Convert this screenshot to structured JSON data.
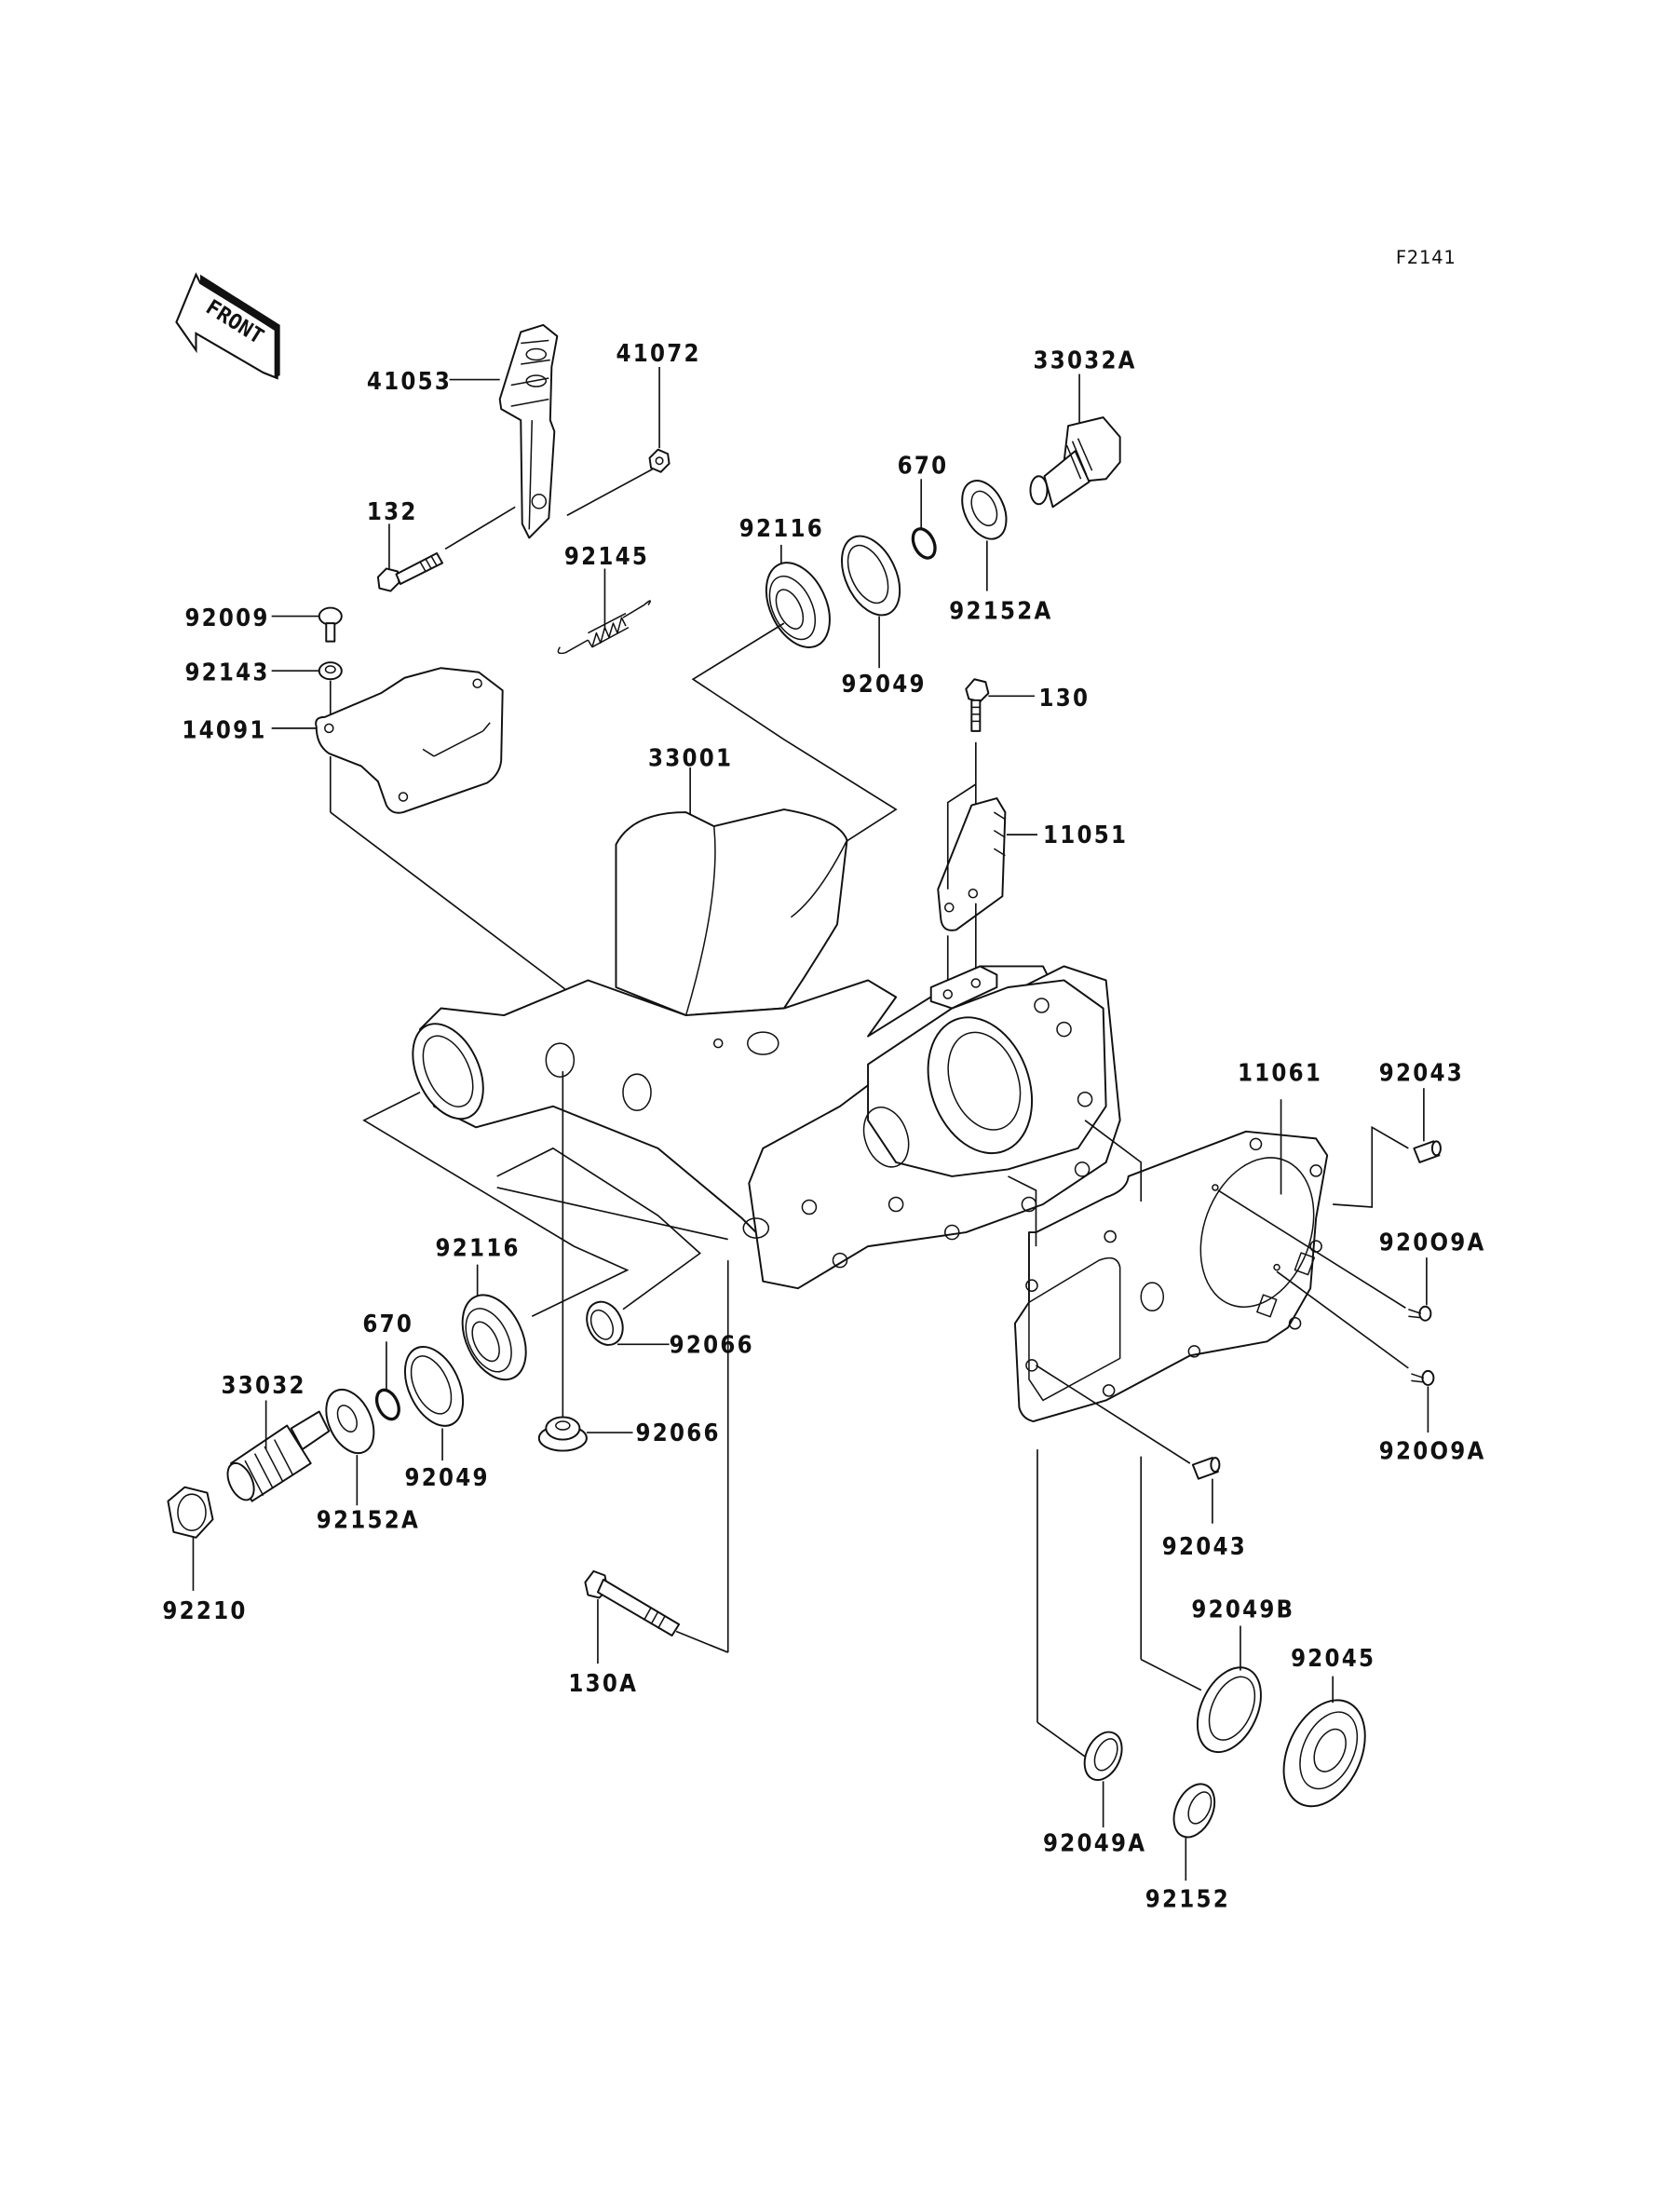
{
  "figure_id": "F2141",
  "direction_indicator": {
    "text": "FRONT",
    "icon": "front-arrow-icon"
  },
  "callouts": [
    {
      "id": "41053",
      "label": "41053",
      "part": "brake-arm-bracket"
    },
    {
      "id": "41072",
      "label": "41072",
      "part": "nut"
    },
    {
      "id": "132",
      "label": "132",
      "part": "bolt"
    },
    {
      "id": "92145",
      "label": "92145",
      "part": "spring"
    },
    {
      "id": "92009",
      "label": "92009",
      "part": "screw"
    },
    {
      "id": "92143",
      "label": "92143",
      "part": "collar"
    },
    {
      "id": "14091",
      "label": "14091",
      "part": "cover"
    },
    {
      "id": "33032A",
      "label": "33032A",
      "part": "pivot-shaft"
    },
    {
      "id": "670_top",
      "label": "670",
      "part": "o-ring"
    },
    {
      "id": "92152A_top",
      "label": "92152A",
      "part": "collar"
    },
    {
      "id": "92116_top",
      "label": "92116",
      "part": "bearing"
    },
    {
      "id": "92049_top",
      "label": "92049",
      "part": "oil-seal"
    },
    {
      "id": "130",
      "label": "130",
      "part": "flanged-bolt"
    },
    {
      "id": "11051",
      "label": "11051",
      "part": "bracket"
    },
    {
      "id": "33001",
      "label": "33001",
      "part": "swing-arm-housing"
    },
    {
      "id": "11061",
      "label": "11061",
      "part": "gasket"
    },
    {
      "id": "92043_top",
      "label": "92043",
      "part": "dowel-pin"
    },
    {
      "id": "92009A_top",
      "label": "920O9A",
      "part": "screw"
    },
    {
      "id": "92009A_bottom",
      "label": "920O9A",
      "part": "screw"
    },
    {
      "id": "92043_bottom",
      "label": "92043",
      "part": "dowel-pin"
    },
    {
      "id": "92116_bottom",
      "label": "92116",
      "part": "bearing"
    },
    {
      "id": "670_bottom",
      "label": "670",
      "part": "o-ring"
    },
    {
      "id": "33032",
      "label": "33032",
      "part": "pivot-shaft"
    },
    {
      "id": "92152A_bottom",
      "label": "92152A",
      "part": "collar"
    },
    {
      "id": "92049_bottom",
      "label": "92049",
      "part": "oil-seal"
    },
    {
      "id": "92066_top",
      "label": "92066",
      "part": "cap"
    },
    {
      "id": "92066_bottom",
      "label": "92066",
      "part": "cap"
    },
    {
      "id": "92210",
      "label": "92210",
      "part": "lock-nut"
    },
    {
      "id": "130A",
      "label": "130A",
      "part": "flanged-bolt"
    },
    {
      "id": "92049B",
      "label": "92049B",
      "part": "oil-seal"
    },
    {
      "id": "92045",
      "label": "92045",
      "part": "ball-bearing"
    },
    {
      "id": "92049A",
      "label": "92049A",
      "part": "oil-seal"
    },
    {
      "id": "92152",
      "label": "92152",
      "part": "collar"
    }
  ]
}
